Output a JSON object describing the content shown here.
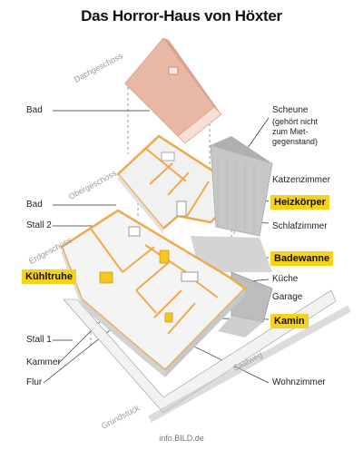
{
  "title": "Das Horror-Haus von Höxter",
  "floors": {
    "attic": "Dachgeschoss",
    "upper": "Obergeschoss",
    "ground": "Erdgeschoss",
    "plot": "Grundstück",
    "street": "Saatweg"
  },
  "labels_left": {
    "bad_top": "Bad",
    "bad_mid": "Bad",
    "stall2": "Stall 2",
    "kuehltruhe": "Kühltruhe",
    "stall1": "Stall 1",
    "kammer": "Kammer",
    "flur": "Flur"
  },
  "labels_right": {
    "scheune": "Scheune",
    "scheune_note_1": "(gehört nicht",
    "scheune_note_2": "zum Miet-",
    "scheune_note_3": "gegenstand)",
    "katzenzimmer": "Katzenzimmer",
    "heizkoerper": "Heizkörper",
    "schlafzimmer": "Schlafzimmer",
    "badewanne": "Badewanne",
    "kueche": "Küche",
    "garage": "Garage",
    "kamin": "Kamin",
    "wohnzimmer": "Wohnzimmer"
  },
  "credit": "info.BILD.de",
  "colors": {
    "highlight": "#f7d21a",
    "walls": "#f0a94a",
    "roof": "#e9b9a6",
    "barn": "#bdbdbd"
  }
}
